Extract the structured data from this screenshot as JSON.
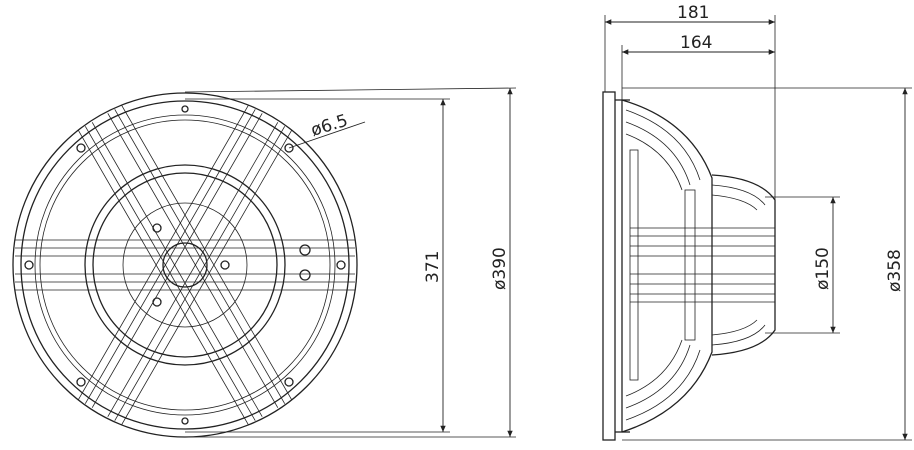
{
  "dimensions": {
    "mount_hole": "ø6.5",
    "bolt_circle": "371",
    "outer_diameter": "ø390",
    "overall_depth": "181",
    "depth_from_flange": "164",
    "magnet_diameter": "ø150",
    "cutout_diameter": "ø358"
  }
}
